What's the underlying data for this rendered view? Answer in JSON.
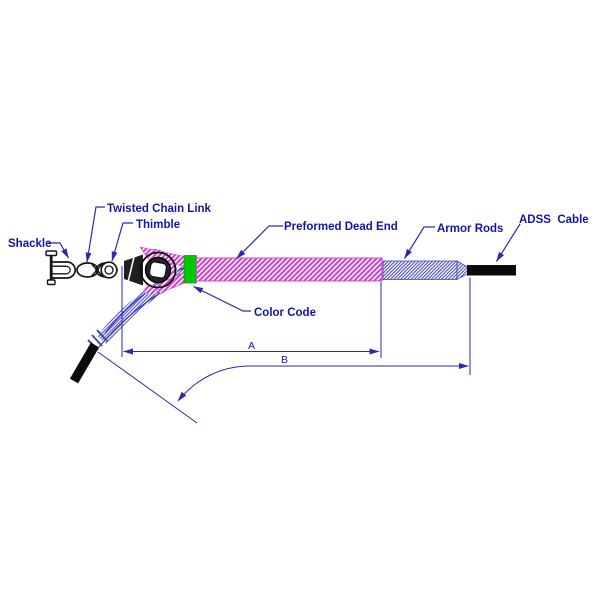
{
  "labels": {
    "shackle": "Shackle",
    "twisted_chain_link": "Twisted Chain Link",
    "thimble": "Thimble",
    "preformed_dead_end": "Preformed Dead End",
    "armor_rods": "Armor Rods",
    "adss_cable": "ADSS  Cable",
    "color_code": "Color Code",
    "dim_a": "A",
    "dim_b": "B"
  },
  "colors": {
    "label_text": "#1414a8",
    "dimension_lines": "#2a2ab4",
    "preformed_dead_end": "#cc4ccc",
    "armor_rods": "#4646bd",
    "color_code": "#00c800",
    "cable": "#0b0b0b"
  }
}
